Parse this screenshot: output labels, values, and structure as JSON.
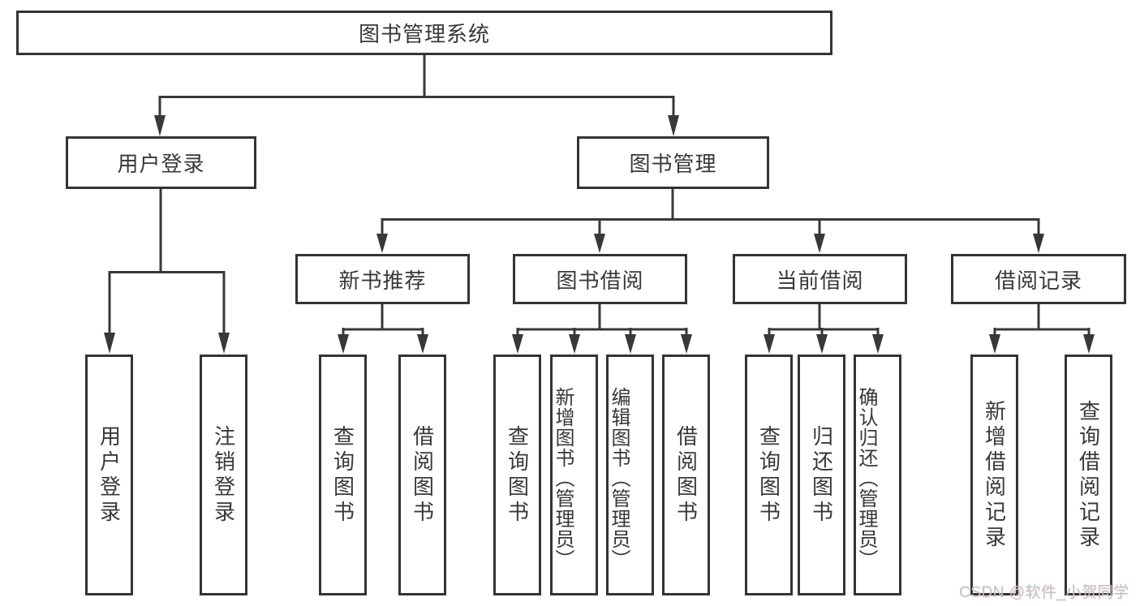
{
  "colors": {
    "line": "#383838",
    "box_border": "#343434",
    "text": "#383838",
    "watermark": "#bfc3c7",
    "background": "#ffffff"
  },
  "diagram": {
    "title": "图书管理系统",
    "branches": [
      {
        "label": "用户登录",
        "leaves": [
          "用户登录",
          "注销登录"
        ]
      },
      {
        "label": "图书管理",
        "groups": [
          {
            "label": "新书推荐",
            "leaves": [
              "查询图书",
              "借阅图书"
            ]
          },
          {
            "label": "图书借阅",
            "leaves": [
              "查询图书",
              "新增图书（管理员）",
              "编辑图书（管理员）",
              "借阅图书"
            ]
          },
          {
            "label": "当前借阅",
            "leaves": [
              "查询图书",
              "归还图书",
              "确认归还（管理员）"
            ]
          },
          {
            "label": "借阅记录",
            "leaves": [
              "新增借阅记录",
              "查询借阅记录"
            ]
          }
        ]
      }
    ]
  },
  "watermark": {
    "text": "CSDN @软件_小贺同学"
  }
}
